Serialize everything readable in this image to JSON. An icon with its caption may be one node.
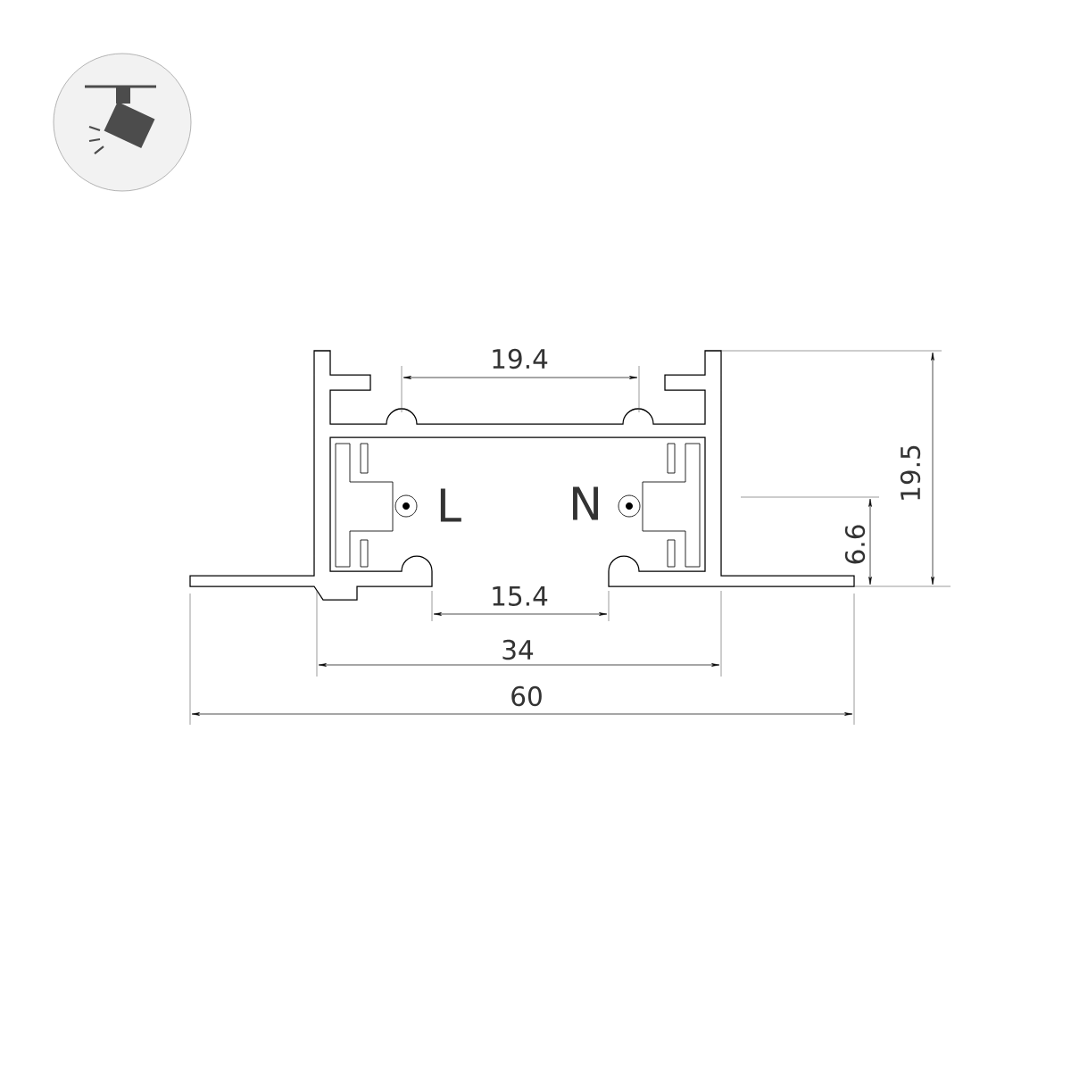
{
  "diagram": {
    "labels": [
      "19.4",
      "19.5",
      "L",
      "N",
      "6.6",
      "15.4",
      "34",
      "60"
    ]
  }
}
